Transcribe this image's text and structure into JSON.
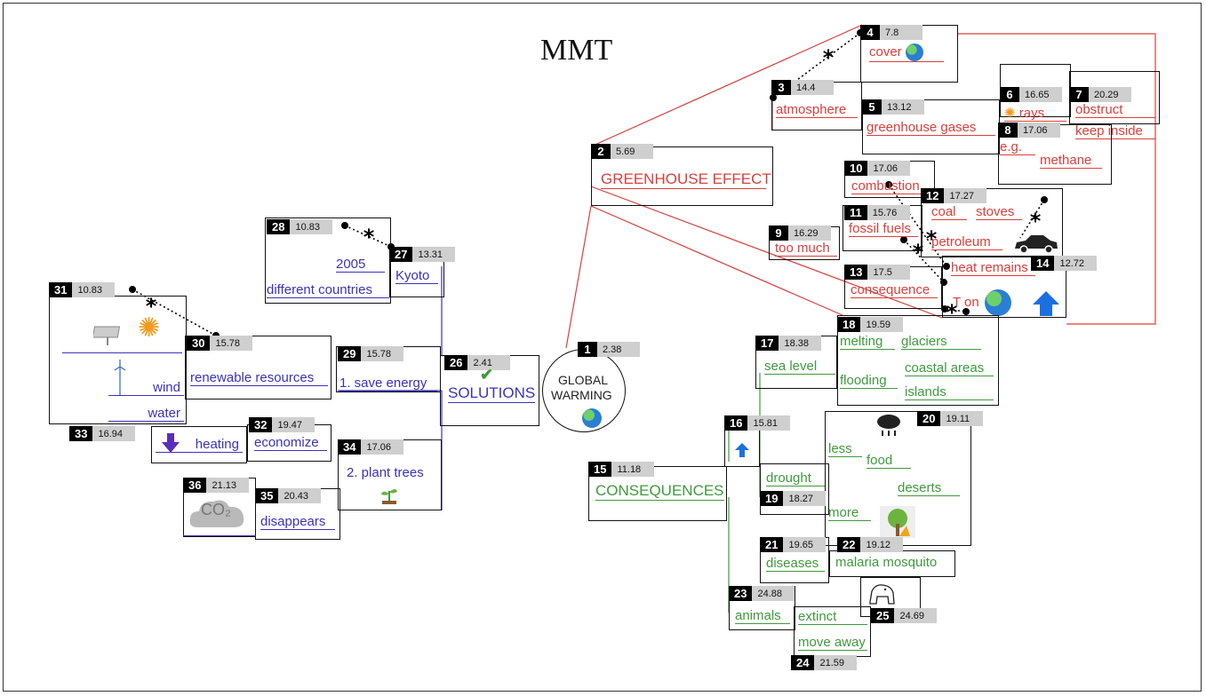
{
  "title": "MMT",
  "nodes": {
    "n1": {
      "num": "1",
      "score": "2.38",
      "l1": "GLOBAL",
      "l2": "WARMING"
    },
    "n2": {
      "num": "2",
      "score": "5.69",
      "label": "GREENHOUSE EFFECT"
    },
    "n3": {
      "num": "3",
      "score": "14.4",
      "label": "atmosphere"
    },
    "n4": {
      "num": "4",
      "score": "7.8",
      "label": "cover"
    },
    "n5": {
      "num": "5",
      "score": "13.12",
      "label": "greenhouse gases"
    },
    "n6": {
      "num": "6",
      "score": "16.65",
      "label": "rays"
    },
    "n7": {
      "num": "7",
      "score": "20.29",
      "l1": "obstruct",
      "l2": "keep inside"
    },
    "n8": {
      "num": "8",
      "score": "17.06",
      "l1": "e.g.",
      "l2": "methane"
    },
    "n9": {
      "num": "9",
      "score": "16.29",
      "label": "too much"
    },
    "n10": {
      "num": "10",
      "score": "17.06",
      "label": "combustion"
    },
    "n11": {
      "num": "11",
      "score": "15.76",
      "label": "fossil fuels"
    },
    "n12": {
      "num": "12",
      "score": "17.27",
      "l1": "coal",
      "l2": "stoves",
      "l3": "petroleum"
    },
    "n13": {
      "num": "13",
      "score": "17.5",
      "label": "consequence"
    },
    "n14": {
      "num": "14",
      "score": "12.72",
      "l1": "heat remains",
      "l2": "T on"
    },
    "n15": {
      "num": "15",
      "score": "11.18",
      "label": "CONSEQUENCES"
    },
    "n16": {
      "num": "16",
      "score": "15.81"
    },
    "n17": {
      "num": "17",
      "score": "18.38",
      "label": "sea level"
    },
    "n18": {
      "num": "18",
      "score": "19.59",
      "l1": "melting",
      "l2": "glaciers",
      "l3": "flooding",
      "l4": "coastal areas",
      "l5": "islands"
    },
    "n19": {
      "num": "19",
      "score": "18.27",
      "label": "drought"
    },
    "n20": {
      "num": "20",
      "score": "19.11",
      "l1": "less",
      "l2": "food",
      "l3": "more",
      "l4": "deserts"
    },
    "n21": {
      "num": "21",
      "score": "19.65",
      "label": "diseases"
    },
    "n22": {
      "num": "22",
      "score": "19.12",
      "label": "malaria mosquito"
    },
    "n23": {
      "num": "23",
      "score": "24.88",
      "label": "animals"
    },
    "n24": {
      "num": "24",
      "score": "21.59",
      "l1": "extinct",
      "l2": "move away"
    },
    "n25": {
      "num": "25",
      "score": "24.69"
    },
    "n26": {
      "num": "26",
      "score": "2.41",
      "label": "SOLUTIONS"
    },
    "n27": {
      "num": "27",
      "score": "13.31",
      "label": "Kyoto"
    },
    "n28": {
      "num": "28",
      "score": "10.83",
      "l1": "2005",
      "l2": "different countries"
    },
    "n29": {
      "num": "29",
      "score": "15.78",
      "label": "1. save energy"
    },
    "n30": {
      "num": "30",
      "score": "15.78",
      "label": "renewable resources"
    },
    "n31": {
      "num": "31",
      "score": "10.83",
      "l1": "wind",
      "l2": "water"
    },
    "n32": {
      "num": "32",
      "score": "19.47",
      "label": "economize"
    },
    "n33": {
      "num": "33",
      "score": "16.94",
      "label": "heating"
    },
    "n34": {
      "num": "34",
      "score": "17.06",
      "label": "2. plant trees"
    },
    "n35": {
      "num": "35",
      "score": "20.43",
      "label": "disappears"
    },
    "n36": {
      "num": "36",
      "score": "21.13",
      "label": "CO₂"
    }
  },
  "colors": {
    "red": "#d8403c",
    "blue": "#3a33b8",
    "green": "#3f9a3c"
  }
}
